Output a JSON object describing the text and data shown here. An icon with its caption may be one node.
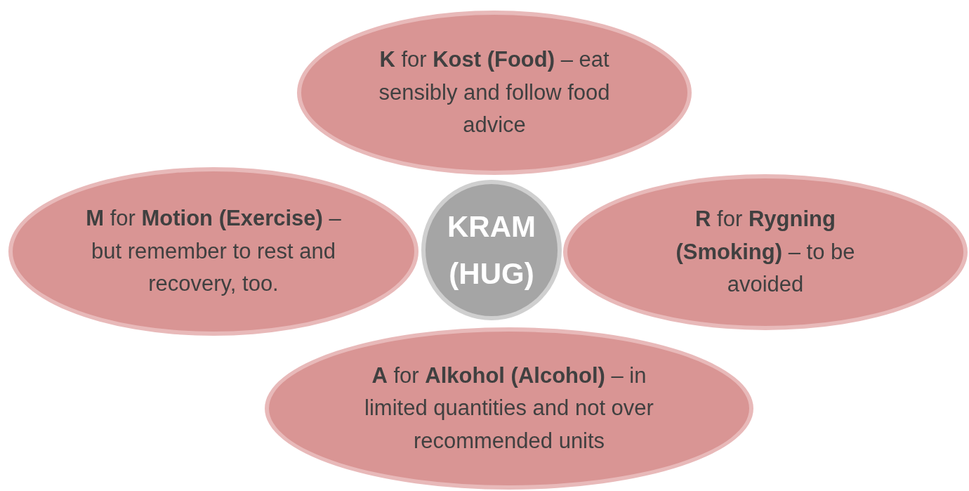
{
  "diagram": {
    "nodes": [
      {
        "text": [
          "**K** for **Kost (Food)** – eat sensibly and follow food advice"
        ]
      },
      {
        "text": [
          "**M** for **Motion (Exercise)** – but remember to rest and recovery, too."
        ]
      },
      {
        "text": [
          "KRAM (HUG)"
        ]
      },
      {
        "text": [
          "**R** for **Rygning (Smoking)** – to be avoided"
        ]
      },
      {
        "text": [
          "**A** for **Alkohol (Alcohol)** – in limited quantities and not over recommended units"
        ]
      }
    ]
  }
}
